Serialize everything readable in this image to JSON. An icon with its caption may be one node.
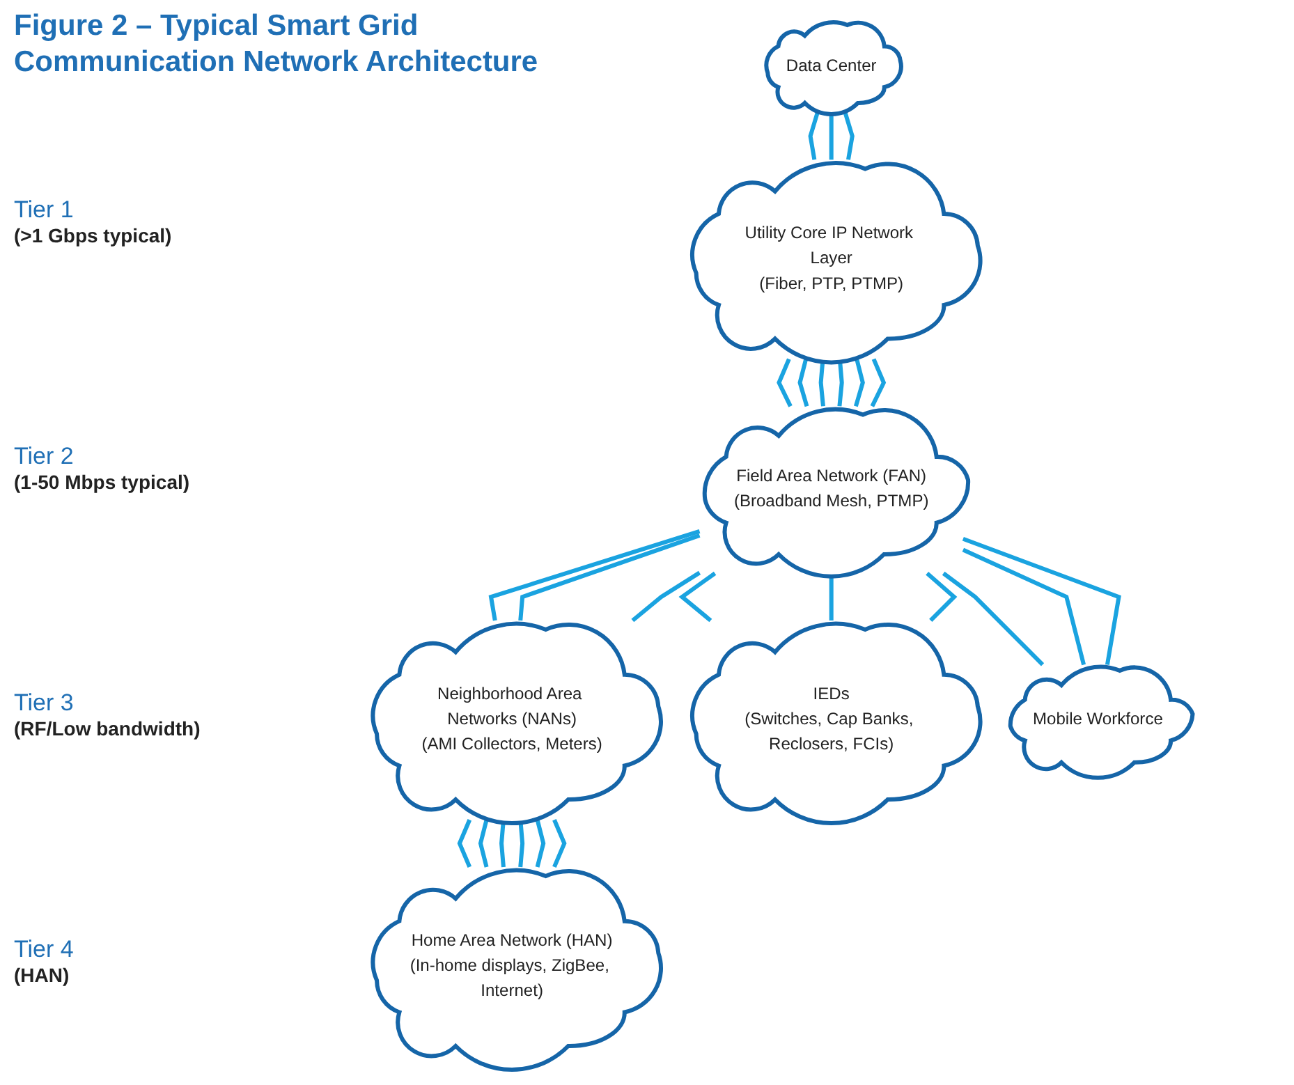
{
  "diagram": {
    "title": "Figure 2 – Typical Smart Grid Communication Network Architecture",
    "nodes": [
      {
        "text": [
          "Data Center"
        ]
      },
      {
        "text": [
          "Utility Core IP Network Layer",
          "(Fiber, PTP, PTMP)"
        ]
      },
      {
        "text": [
          "Field Area Network (FAN)",
          "(Broadband Mesh, PTMP)"
        ]
      },
      {
        "text": [
          "Neighborhood Area Networks (NANs)",
          "(AMI Collectors, Meters)"
        ]
      },
      {
        "text": [
          "IEDs",
          "(Switches, Cap Banks, Reclosers, FCIs)"
        ]
      },
      {
        "text": [
          "Mobile Workforce"
        ]
      },
      {
        "text": [
          "Home Area Network (HAN)",
          "(In-home displays, ZigBee, Internet)"
        ]
      }
    ],
    "edges": [
      {
        "from": 0,
        "to": 1,
        "arrow": "none"
      },
      {
        "from": 0,
        "to": 1,
        "arrow": "none"
      },
      {
        "from": 0,
        "to": 1,
        "arrow": "none"
      },
      {
        "from": 1,
        "to": 2,
        "arrow": "none"
      },
      {
        "from": 1,
        "to": 2,
        "arrow": "none"
      },
      {
        "from": 1,
        "to": 2,
        "arrow": "none"
      },
      {
        "from": 1,
        "to": 2,
        "arrow": "none"
      },
      {
        "from": 1,
        "to": 2,
        "arrow": "none"
      },
      {
        "from": 1,
        "to": 2,
        "arrow": "none"
      },
      {
        "from": 2,
        "to": 3,
        "arrow": "none"
      },
      {
        "from": 2,
        "to": 3,
        "arrow": "none"
      },
      {
        "from": 2,
        "to": 3,
        "arrow": "none"
      },
      {
        "from": 2,
        "to": 4,
        "arrow": "none"
      },
      {
        "from": 2,
        "to": 4,
        "arrow": "none"
      },
      {
        "from": 2,
        "to": 4,
        "arrow": "none"
      },
      {
        "from": 2,
        "to": 5,
        "arrow": "none"
      },
      {
        "from": 2,
        "to": 5,
        "arrow": "none"
      },
      {
        "from": 2,
        "to": 5,
        "arrow": "none"
      },
      {
        "from": 3,
        "to": 6,
        "arrow": "none"
      },
      {
        "from": 3,
        "to": 6,
        "arrow": "none"
      },
      {
        "from": 3,
        "to": 6,
        "arrow": "none"
      },
      {
        "from": 3,
        "to": 6,
        "arrow": "none"
      },
      {
        "from": 3,
        "to": 6,
        "arrow": "none"
      },
      {
        "from": 3,
        "to": 6,
        "arrow": "none"
      }
    ],
    "labels": [
      "Tier 1",
      "(>1 Gbps typical)",
      "Tier 2",
      "(1-50 Mbps typical)",
      "Tier 3",
      "(RF/Low bandwidth)",
      "Tier 4",
      "(HAN)"
    ]
  }
}
